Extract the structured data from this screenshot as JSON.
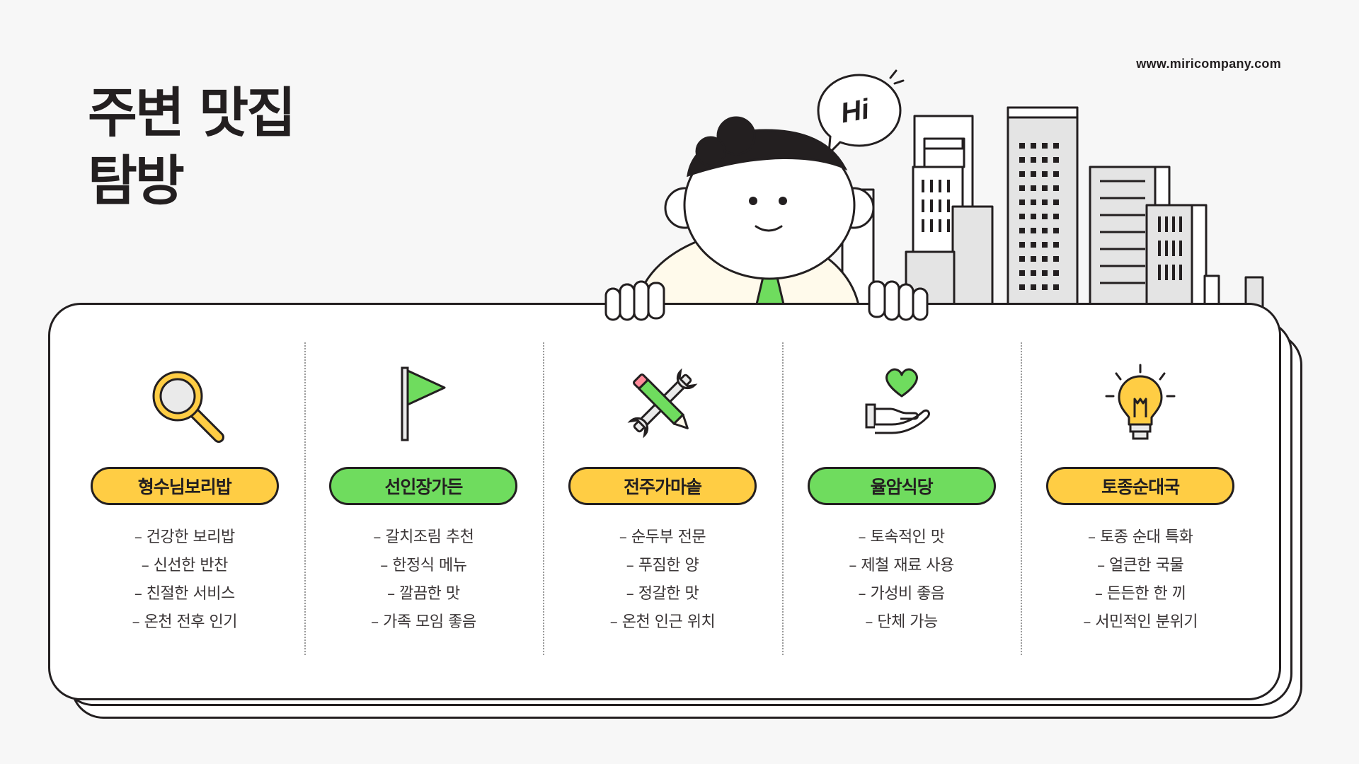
{
  "site_url": "www.miricompany.com",
  "title": {
    "line1": "주변 맛집",
    "line2": "탐방"
  },
  "speech_bubble": "Hi",
  "restaurants": [
    {
      "name": "형수님보리밥",
      "icon": "magnifier-icon",
      "pill_color": "#ffcd44",
      "features": [
        "– 건강한 보리밥",
        "– 신선한 반찬",
        "– 친절한 서비스",
        "– 온천 전후 인기"
      ]
    },
    {
      "name": "선인장가든",
      "icon": "flag-icon",
      "pill_color": "#6fdc5e",
      "features": [
        "– 갈치조림 추천",
        "– 한정식 메뉴",
        "– 깔끔한 맛",
        "– 가족 모임 좋음"
      ]
    },
    {
      "name": "전주가마솥",
      "icon": "pencil-wrench-icon",
      "pill_color": "#ffcd44",
      "features": [
        "– 순두부 전문",
        "– 푸짐한 양",
        "– 정갈한 맛",
        "– 온천 인근 위치"
      ]
    },
    {
      "name": "율암식당",
      "icon": "heart-hand-icon",
      "pill_color": "#6fdc5e",
      "features": [
        "– 토속적인 맛",
        "– 제철 재료 사용",
        "– 가성비 좋음",
        "– 단체 가능"
      ]
    },
    {
      "name": "토종순대국",
      "icon": "lightbulb-icon",
      "pill_color": "#ffcd44",
      "features": [
        "– 토종 순대 특화",
        "– 얼큰한 국물",
        "– 든든한 한 끼",
        "– 서민적인 분위기"
      ]
    }
  ]
}
